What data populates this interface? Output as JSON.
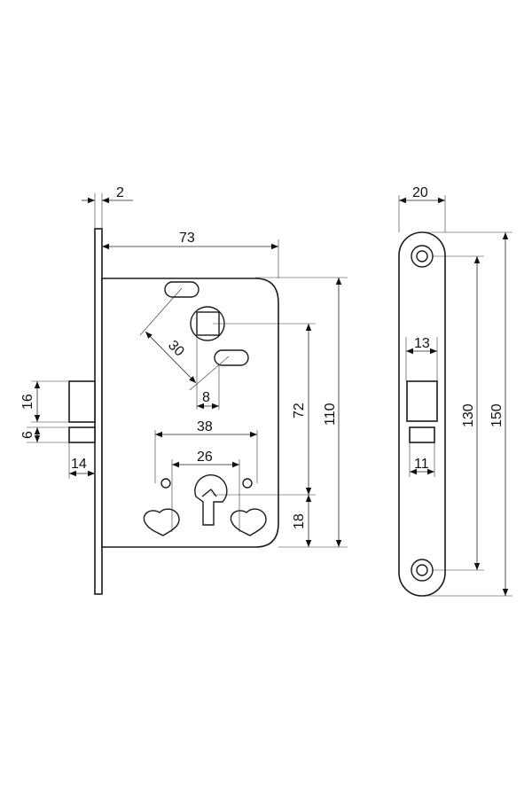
{
  "dimensions": {
    "d2": "2",
    "d73": "73",
    "d30": "30",
    "d8": "8",
    "d72": "72",
    "d110": "110",
    "d16": "16",
    "d6": "6",
    "d14": "14",
    "d38": "38",
    "d26": "26",
    "d18": "18",
    "d20": "20",
    "d13": "13",
    "d11": "11",
    "d130": "130",
    "d150": "150"
  },
  "colors": {
    "line": "#1a1a1a",
    "background": "#ffffff"
  }
}
